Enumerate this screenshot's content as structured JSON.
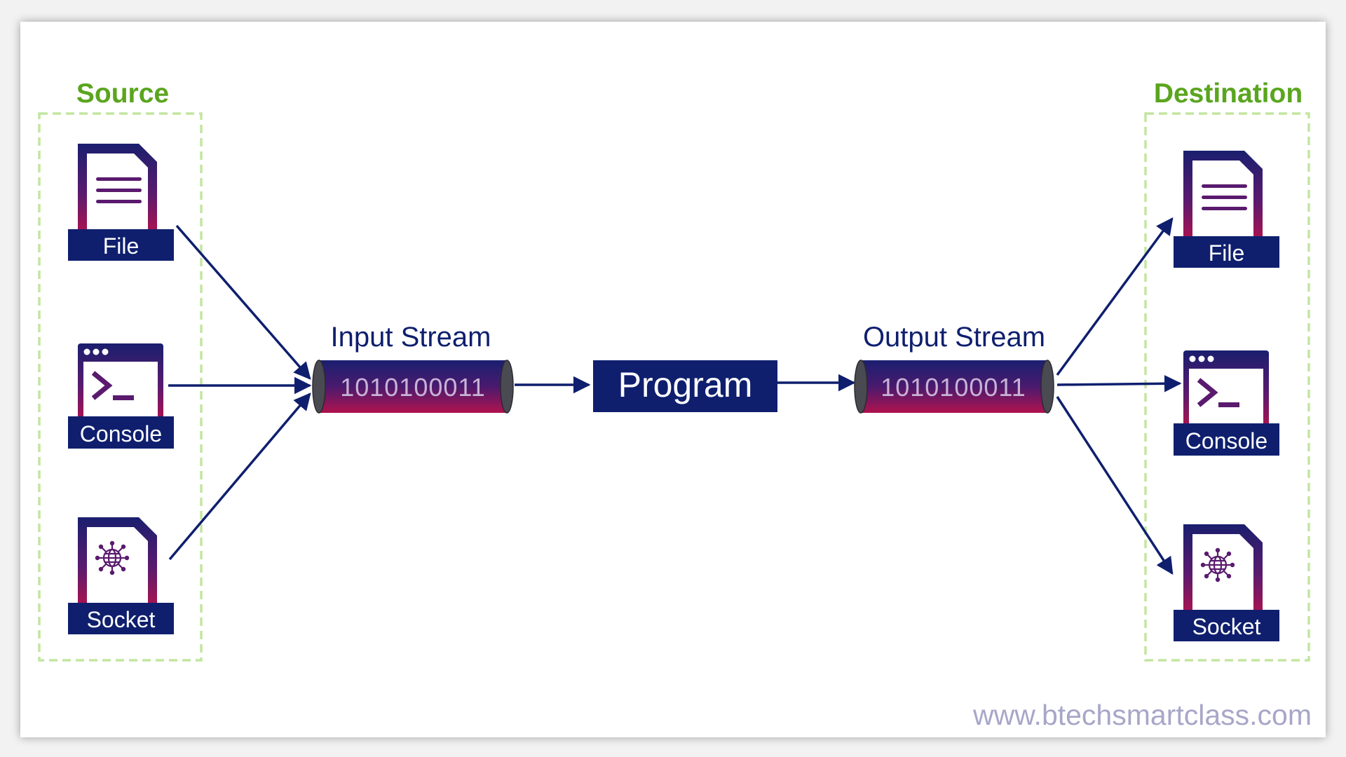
{
  "colors": {
    "navy": "#0f1f6e",
    "purple": "#5a1a6e",
    "magenta": "#a3124f",
    "green": "#5aa51e",
    "dashed_border": "#c3e6a0",
    "footer_text": "#a8a6c8",
    "background": "#ffffff"
  },
  "source": {
    "title": "Source",
    "items": [
      {
        "label": "File",
        "icon": "document-icon"
      },
      {
        "label": "Console",
        "icon": "terminal-icon"
      },
      {
        "label": "Socket",
        "icon": "network-globe-icon"
      }
    ]
  },
  "destination": {
    "title": "Destination",
    "items": [
      {
        "label": "File",
        "icon": "document-icon"
      },
      {
        "label": "Console",
        "icon": "terminal-icon"
      },
      {
        "label": "Socket",
        "icon": "network-globe-icon"
      }
    ]
  },
  "input_stream": {
    "label": "Input Stream",
    "bits": "1010100011"
  },
  "program": {
    "label": "Program"
  },
  "output_stream": {
    "label": "Output Stream",
    "bits": "1010100011"
  },
  "footer": {
    "watermark": "www.btechsmartclass.com"
  }
}
